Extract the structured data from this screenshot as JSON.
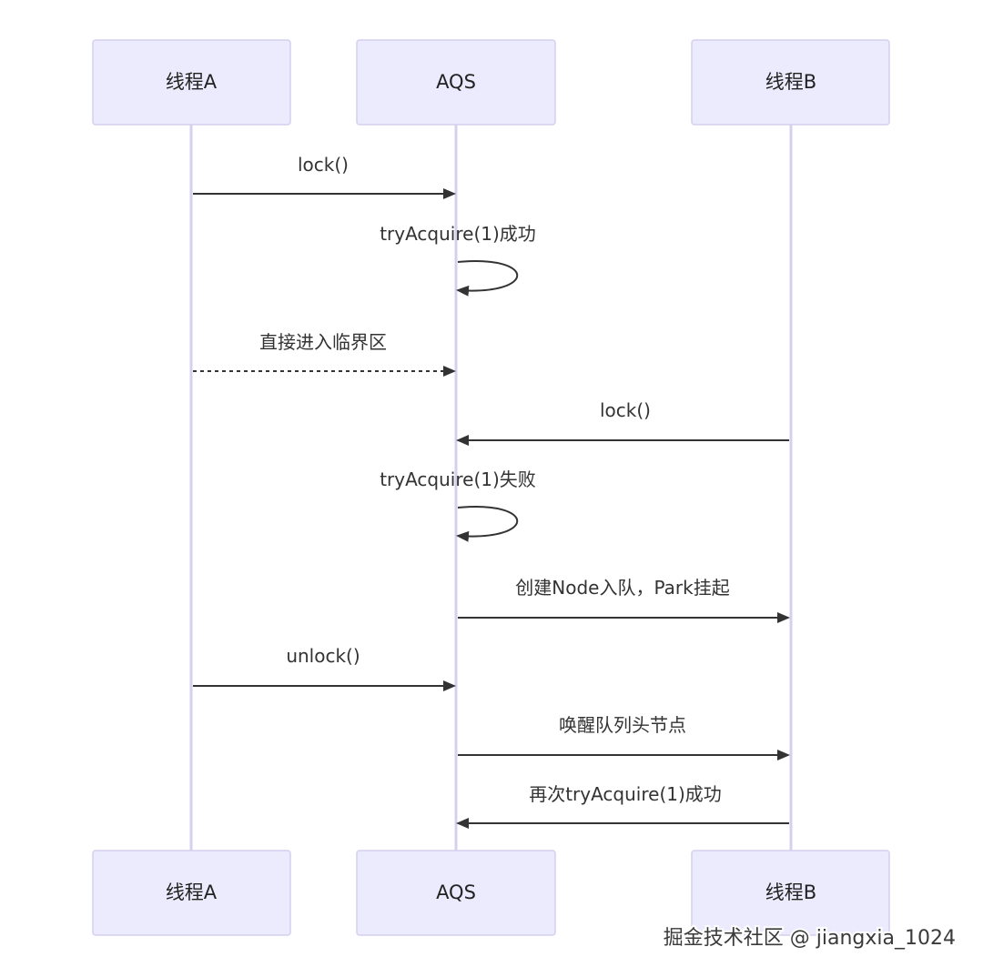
{
  "participants": [
    {
      "id": "A",
      "label": "线程A"
    },
    {
      "id": "AQS",
      "label": "AQS"
    },
    {
      "id": "B",
      "label": "线程B"
    }
  ],
  "messages": [
    {
      "from": "A",
      "to": "AQS",
      "label": "lock()",
      "style": "solid"
    },
    {
      "from": "AQS",
      "to": "AQS",
      "label": "tryAcquire(1)成功",
      "style": "self"
    },
    {
      "from": "A",
      "to": "AQS",
      "label": "直接进入临界区",
      "style": "dashed"
    },
    {
      "from": "B",
      "to": "AQS",
      "label": "lock()",
      "style": "solid"
    },
    {
      "from": "AQS",
      "to": "AQS",
      "label": "tryAcquire(1)失败",
      "style": "self"
    },
    {
      "from": "AQS",
      "to": "B",
      "label": "创建Node入队，Park挂起",
      "style": "solid"
    },
    {
      "from": "A",
      "to": "AQS",
      "label": "unlock()",
      "style": "solid"
    },
    {
      "from": "AQS",
      "to": "B",
      "label": "唤醒队列头节点",
      "style": "solid"
    },
    {
      "from": "B",
      "to": "AQS",
      "label": "再次tryAcquire(1)成功",
      "style": "solid"
    }
  ],
  "watermark": "掘金技术社区 @ jiangxia_1024",
  "colors": {
    "actor_fill": "#ecebfd",
    "actor_border": "#d4d0ee",
    "lifeline": "#d4d0ee",
    "arrow": "#333333"
  }
}
